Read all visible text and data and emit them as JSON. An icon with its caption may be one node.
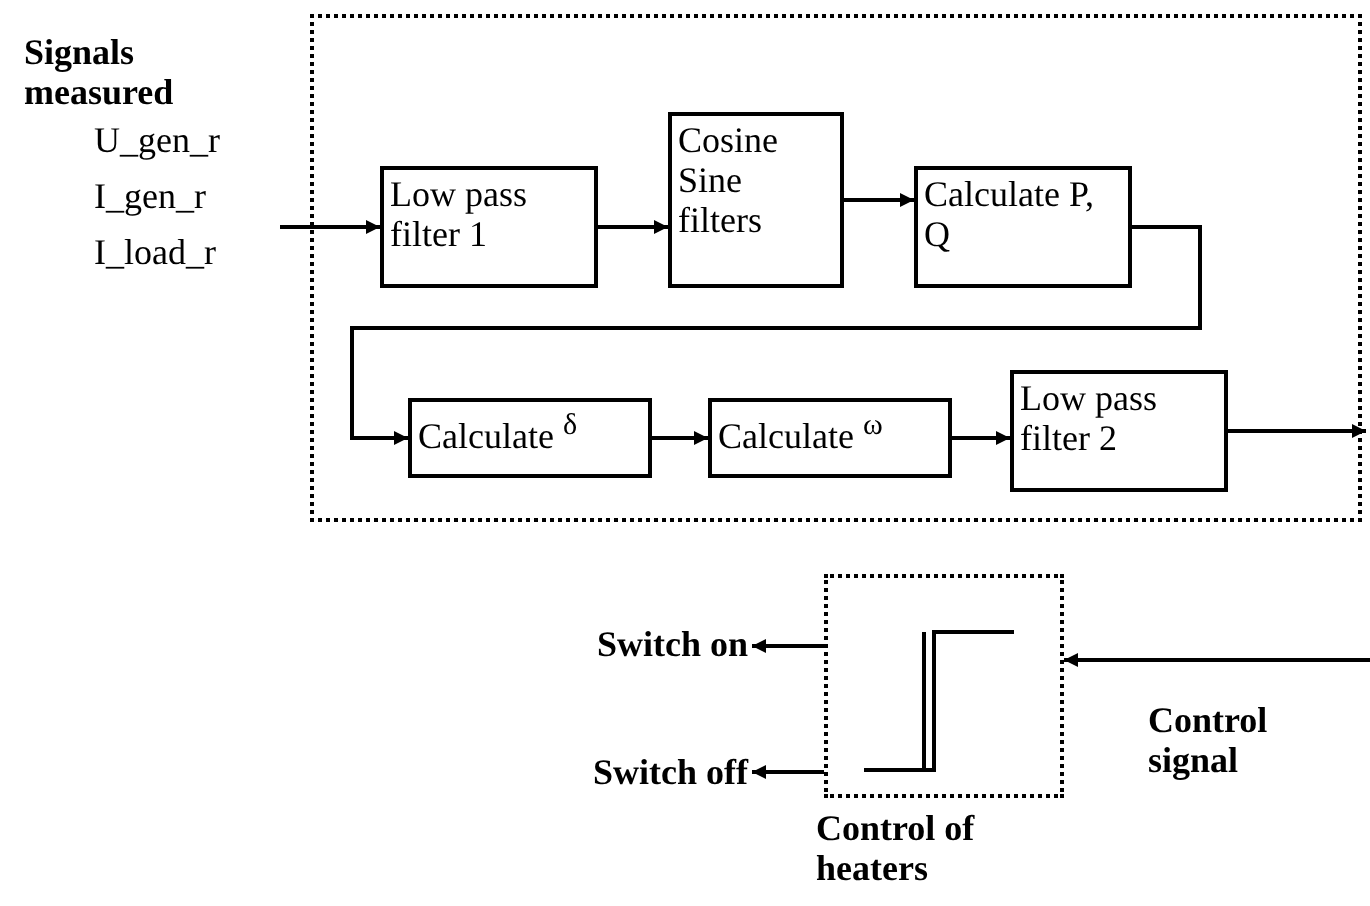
{
  "diagram": {
    "nodes": [
      {
        "text": [
          "Signals measured",
          "U_gen_r",
          "I_gen_r",
          "I_load_r"
        ]
      },
      {
        "text": [],
        "shape": "box"
      },
      {
        "text": [
          "Low pass filter 1"
        ],
        "in": 1
      },
      {
        "text": [
          "Cosine Sine filters"
        ],
        "in": 1
      },
      {
        "text": [
          "Calculate P, Q"
        ],
        "in": 1
      },
      {
        "text": [
          "Calculate $^{δ}$"
        ],
        "in": 1
      },
      {
        "text": [
          "Calculate $^{ω}$"
        ],
        "in": 1
      },
      {
        "text": [
          "Low pass filter 2"
        ],
        "in": 1
      },
      {
        "text": [
          "Control of heaters"
        ]
      },
      {
        "text": [
          "Switch on"
        ]
      },
      {
        "text": [
          "Switch off"
        ]
      }
    ],
    "edges": [
      {
        "from": 0,
        "to": 2,
        "arrow": "to"
      },
      {
        "from": 2,
        "to": 3,
        "arrow": "to"
      },
      {
        "from": 3,
        "to": 4,
        "arrow": "to"
      },
      {
        "from": 4,
        "to": 5,
        "arrow": "to"
      },
      {
        "from": 5,
        "to": 6,
        "arrow": "to"
      },
      {
        "from": 6,
        "to": 7,
        "arrow": "to"
      },
      {
        "from": 7,
        "to": null,
        "arrow": "to"
      },
      {
        "from": 8,
        "to": 9,
        "arrow": "to"
      },
      {
        "from": 8,
        "to": 10,
        "arrow": "to"
      },
      {
        "from": null,
        "to": 8,
        "arrow": "to",
        "label": "Control signal"
      }
    ]
  }
}
